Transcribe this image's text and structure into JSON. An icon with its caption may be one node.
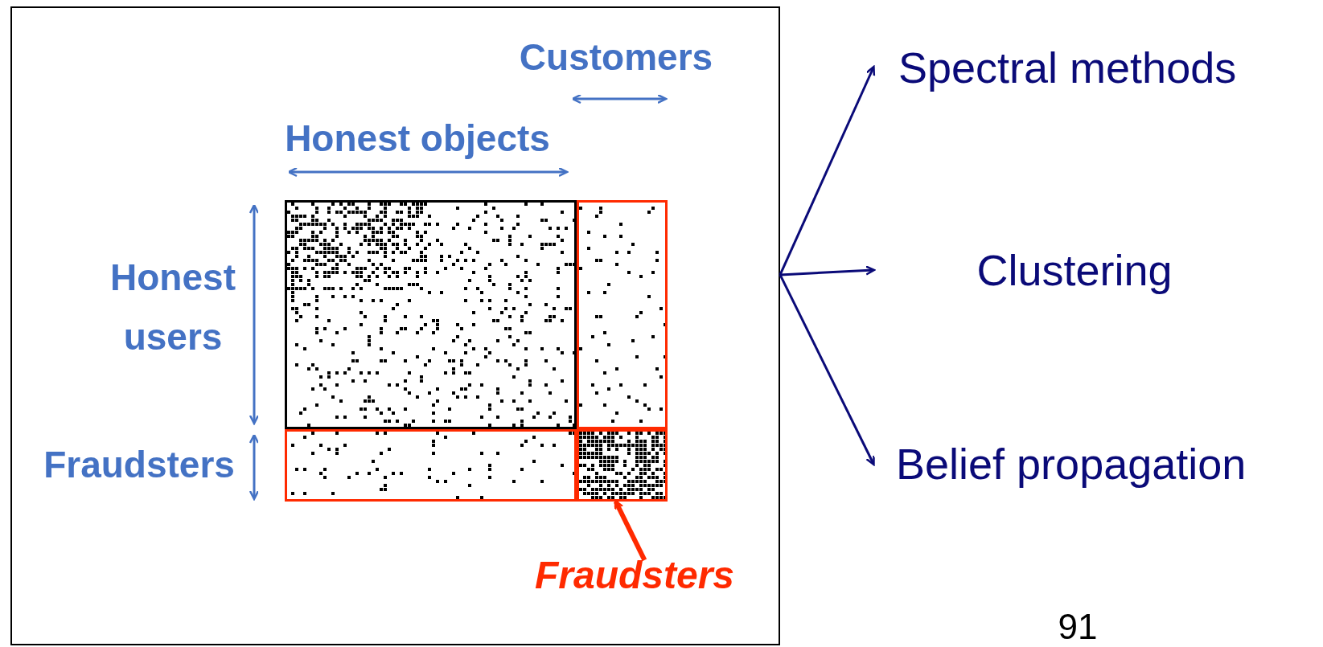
{
  "diagram": {
    "nodes": [
      {
        "text": [],
        "shape": "box"
      },
      {
        "text": [],
        "shape": "picture",
        "in": 0
      },
      {
        "text": [],
        "shape": "picture",
        "in": 0
      },
      {
        "text": [],
        "shape": "picture",
        "in": 0
      },
      {
        "text": [],
        "shape": "picture",
        "in": 0
      },
      {
        "text": [
          "Fraudsters"
        ],
        "in": 0
      },
      {
        "text": [
          "Spectral methods"
        ]
      },
      {
        "text": [
          "Clustering"
        ]
      },
      {
        "text": [
          "Belief propagation"
        ]
      }
    ],
    "edges": [
      {
        "from": 5,
        "to": 4,
        "arrow": "to",
        "style": "thick",
        "color": "#ff2a00"
      },
      {
        "from": 0,
        "to": 6,
        "arrow": "to"
      },
      {
        "from": 0,
        "to": 7,
        "arrow": "to"
      },
      {
        "from": 0,
        "to": 8,
        "arrow": "to"
      }
    ],
    "labels": [
      "Customers",
      "Honest objects",
      "Honest users",
      "Fraudsters",
      "91"
    ]
  }
}
